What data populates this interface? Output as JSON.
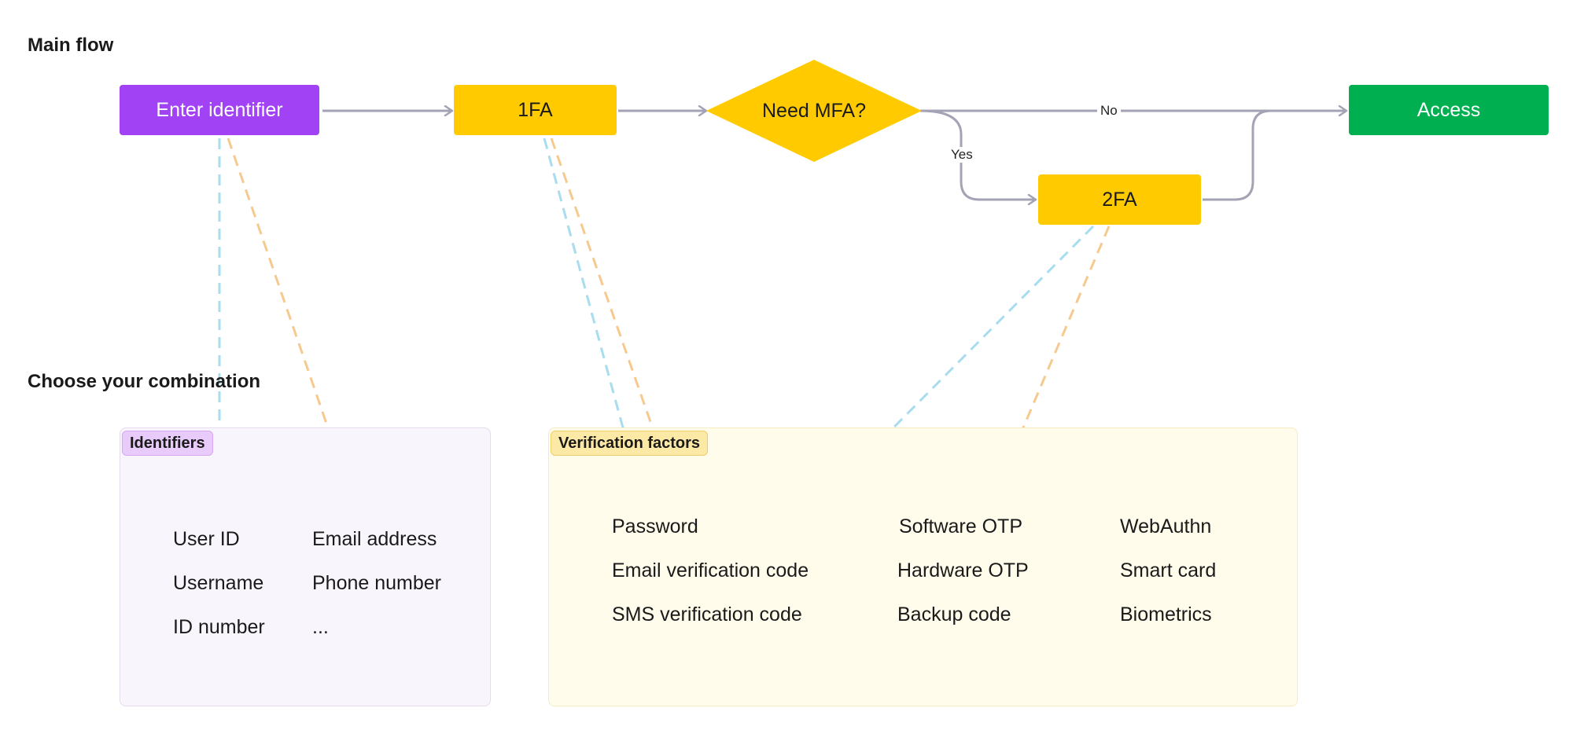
{
  "sections": {
    "main_flow": "Main flow",
    "choose": "Choose your combination"
  },
  "nodes": {
    "enter_identifier": "Enter identifier",
    "onefa": "1FA",
    "need_mfa": "Need MFA?",
    "twofa": "2FA",
    "access": "Access"
  },
  "edge_labels": {
    "no": "No",
    "yes": "Yes"
  },
  "groups": {
    "identifiers": {
      "label": "Identifiers",
      "items": [
        "User ID",
        "Username",
        "ID number",
        "Email address",
        "Phone number",
        "..."
      ]
    },
    "verification_factors": {
      "label": "Verification factors",
      "items": [
        "Password",
        "Email verification code",
        "SMS verification code",
        "Software OTP",
        "Hardware OTP",
        "Backup code",
        "WebAuthn",
        "Smart card",
        "Biometrics"
      ]
    }
  },
  "colors": {
    "enter_identifier": "#a142f4",
    "factor_nodes": "#ffcb00",
    "access": "#00b050",
    "arrows": "#a3a3b5",
    "link_blue": "#a8dcef",
    "link_orange": "#f6c98f"
  }
}
